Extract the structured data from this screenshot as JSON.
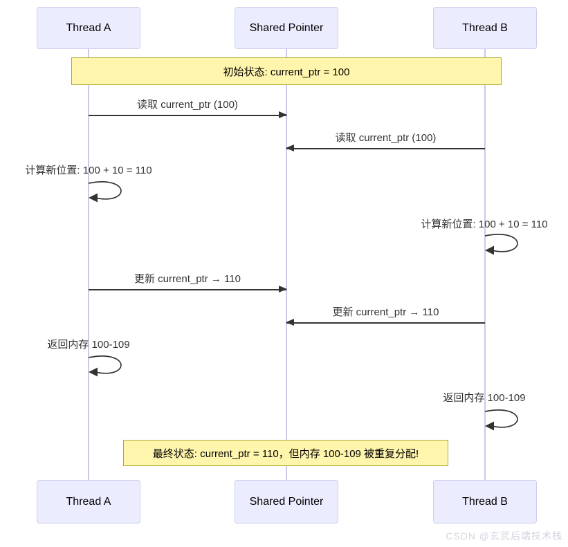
{
  "actors": [
    {
      "label": "Thread A"
    },
    {
      "label": "Shared Pointer"
    },
    {
      "label": "Thread B"
    }
  ],
  "notes": [
    {
      "text": "初始状态: current_ptr = 100"
    },
    {
      "text": "最终状态: current_ptr = 110，但内存 100-109 被重复分配!"
    }
  ],
  "messages": [
    {
      "text": "读取 current_ptr (100)",
      "from": "Thread A",
      "to": "Shared Pointer",
      "type": "solid-arrow"
    },
    {
      "text": "读取 current_ptr (100)",
      "from": "Thread B",
      "to": "Shared Pointer",
      "type": "solid-arrow"
    },
    {
      "text": "计算新位置: 100 + 10 = 110",
      "from": "Thread A",
      "to": "Thread A",
      "type": "self-loop"
    },
    {
      "text": "计算新位置: 100 + 10 = 110",
      "from": "Thread B",
      "to": "Thread B",
      "type": "self-loop"
    },
    {
      "text": "更新 current_ptr → 110",
      "from": "Thread A",
      "to": "Shared Pointer",
      "type": "solid-arrow"
    },
    {
      "text": "更新 current_ptr → 110",
      "from": "Thread B",
      "to": "Shared Pointer",
      "type": "solid-arrow"
    },
    {
      "text": "返回内存 100-109",
      "from": "Thread A",
      "to": "Thread A",
      "type": "self-loop"
    },
    {
      "text": "返回内存 100-109",
      "from": "Thread B",
      "to": "Thread B",
      "type": "self-loop"
    }
  ],
  "watermark": {
    "text": "CSDN @玄武后端技术栈"
  },
  "colors": {
    "actor_fill": "#ECECFF",
    "actor_border": "#CCCCEE",
    "lifeline": "#CFC8E8",
    "note_fill": "#FFF5AD",
    "note_border": "#AAAA33",
    "message": "#333333",
    "text": "#111111",
    "watermark": "#D4D4E0",
    "background": "#FFFFFF"
  }
}
